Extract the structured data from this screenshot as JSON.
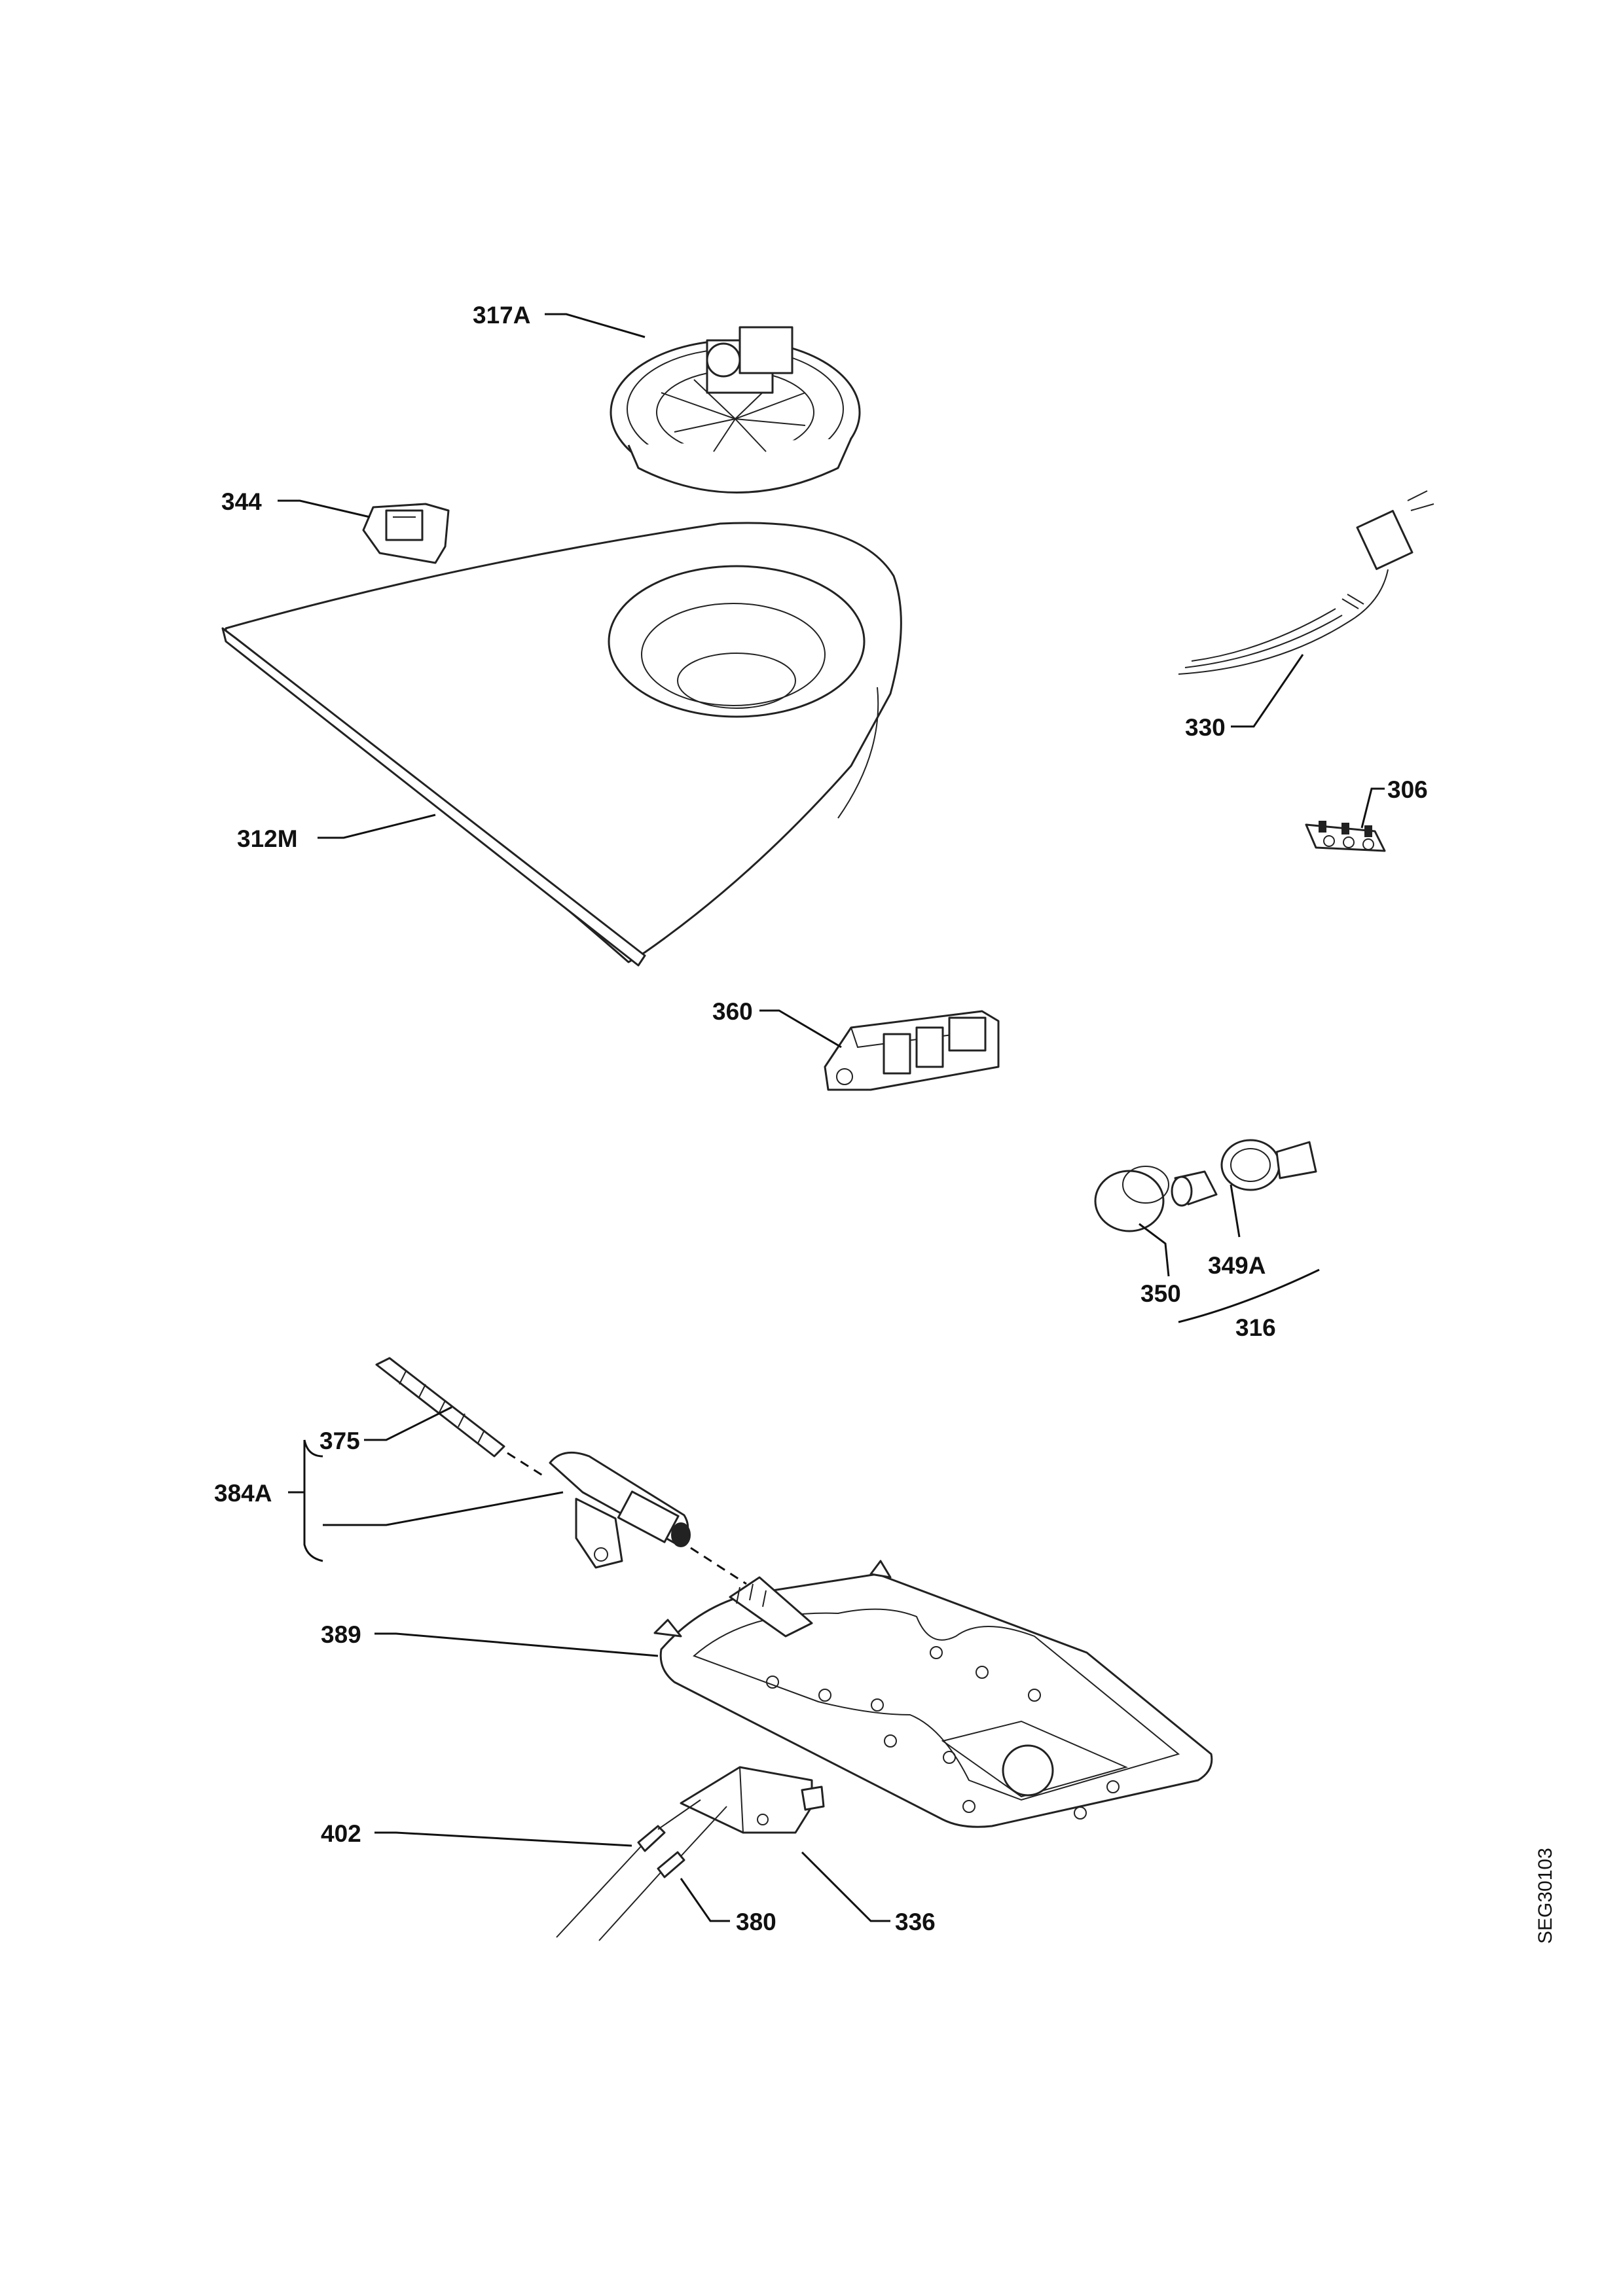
{
  "drawing_code": "SEG30103",
  "callouts": {
    "c317A": "317A",
    "c344": "344",
    "c312M": "312M",
    "c330": "330",
    "c306": "306",
    "c360": "360",
    "c350": "350",
    "c349A": "349A",
    "c316": "316",
    "c375": "375",
    "c384A": "384A",
    "c389": "389",
    "c402": "402",
    "c380": "380",
    "c336": "336"
  }
}
